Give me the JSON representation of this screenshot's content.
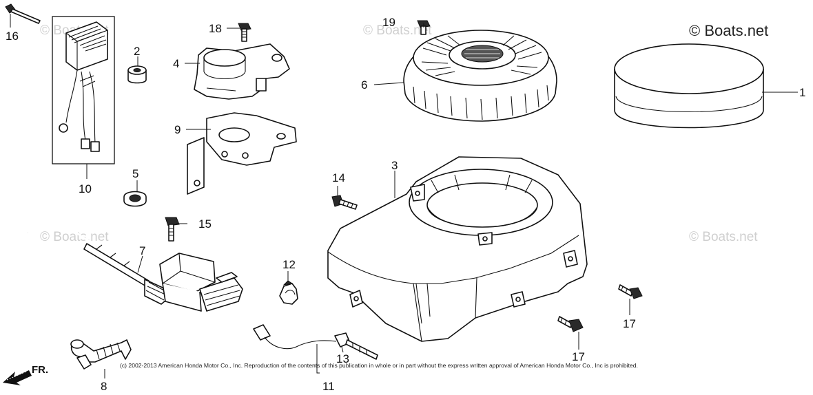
{
  "watermarks": {
    "main": "© Boats.net",
    "faint": "© Boats.net"
  },
  "copyright": "(c) 2002-2013 American Honda Motor Co., Inc. Reproduction of the contents of this publication in whole or in part without the express written approval of American Honda Motor Co., Inc is prohibited.",
  "direction_label": "FR.",
  "callouts": {
    "p1": "1",
    "p2": "2",
    "p3": "3",
    "p4": "4",
    "p5": "5",
    "p6": "6",
    "p7": "7",
    "p8": "8",
    "p9": "9",
    "p10": "10",
    "p11": "11",
    "p12": "12",
    "p13": "13",
    "p14": "14",
    "p15": "15",
    "p16": "16",
    "p17a": "17",
    "p17b": "17",
    "p18": "18",
    "p19": "19"
  }
}
